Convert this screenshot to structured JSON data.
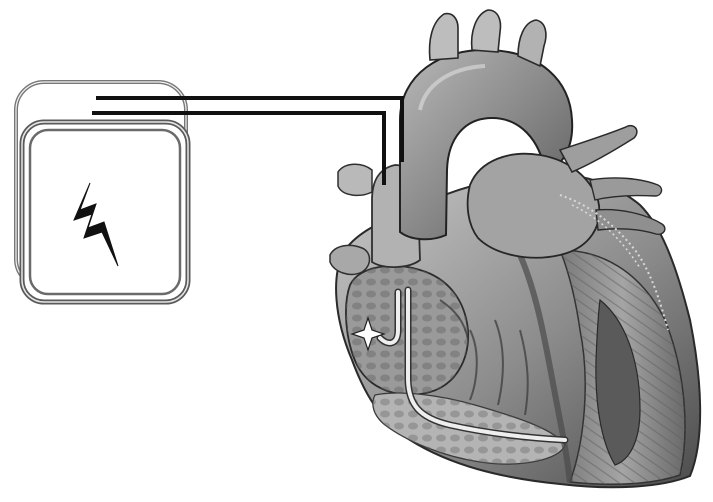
{
  "diagram": {
    "description_visible_text": "",
    "components": {
      "device": {
        "icon": "lightning-bolt-icon"
      },
      "heart": {
        "icon": "heart-anatomy-illustration"
      },
      "leads": [
        "atrial-lead",
        "ventricular-lead"
      ],
      "electrode_marker": {
        "icon": "spark-star-icon"
      }
    },
    "colors": {
      "background": "#ffffff",
      "device_outline": "#555555",
      "lead_wire": "#111111",
      "heart_dark": "#3a3a3a",
      "heart_mid": "#8a8a8a",
      "heart_light": "#c4c4c4",
      "intracardiac_lead": "#e6e6e6"
    }
  }
}
